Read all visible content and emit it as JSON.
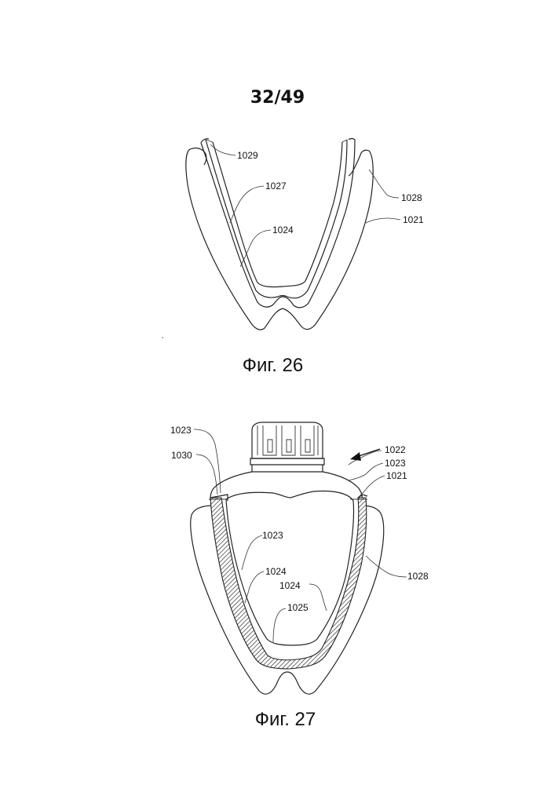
{
  "page_number": "32/49",
  "figures": [
    {
      "caption": "Фиг. 26",
      "labels": {
        "l1029": "1029",
        "l1027": "1027",
        "l1024": "1024",
        "l1028": "1028",
        "l1021": "1021"
      }
    },
    {
      "caption": "Фиг. 27",
      "labels": {
        "l1023a": "1023",
        "l1030": "1030",
        "l1022": "1022",
        "l1023b": "1023",
        "l1021": "1021",
        "l1023c": "1023",
        "l1028": "1028",
        "l1024a": "1024",
        "l1024b": "1024",
        "l1025": "1025"
      }
    }
  ]
}
